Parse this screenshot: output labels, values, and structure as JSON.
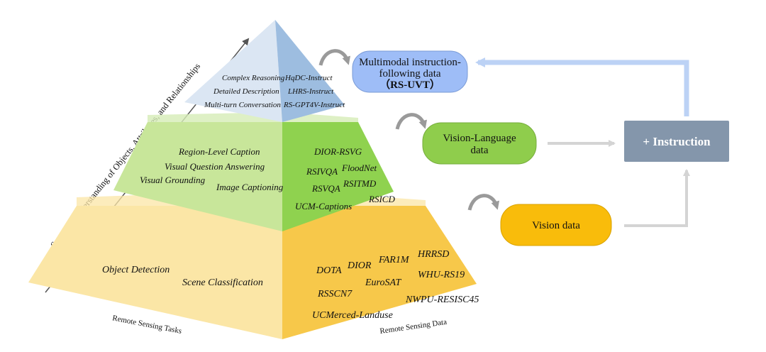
{
  "axis": {
    "label": "Semantic Understanding of Objects, Attributes, and Relationships"
  },
  "pyramid": {
    "top": {
      "tasks": [
        "Complex Reasoning",
        "Detailed Description",
        "Multi-turn Conversation"
      ],
      "data": [
        "HqDC-Instruct",
        "LHRS-Instruct",
        "RS-GPT4V-Instruct"
      ]
    },
    "middle": {
      "tasks": [
        "Region-Level Caption",
        "Visual Question Answering",
        "Visual Grounding",
        "Image Captioning"
      ],
      "data": [
        "DIOR-RSVG",
        "RSIVQA",
        "FloodNet",
        "RSVQA",
        "RSITMD",
        "UCM-Captions",
        "RSICD"
      ]
    },
    "bottom": {
      "tasks": [
        "Object Detection",
        "Scene Classification"
      ],
      "data": [
        "DOTA",
        "DIOR",
        "FAR1M",
        "HRRSD",
        "RSSCN7",
        "EuroSAT",
        "WHU-RS19",
        "UCMerced-Landuse",
        "NWPU-RESISC45"
      ]
    },
    "left_caption": "Remote Sensing Tasks",
    "right_caption": "Remote Sensing Data"
  },
  "boxes": {
    "multimodal": {
      "line1": "Multimodal  instruction-",
      "line2": "following data",
      "line3": "（RS-UVT）"
    },
    "vision_language": {
      "line1": "Vision-Language",
      "line2": "data"
    },
    "vision": {
      "label": "Vision data"
    },
    "instruction": {
      "label": "+ Instruction"
    }
  },
  "colors": {
    "top_left": "#dbe6f3",
    "top_right": "#9dbde0",
    "middle_left": "#c8e69a",
    "middle_right": "#8fd24f",
    "bottom_left": "#fbe6a6",
    "bottom_right": "#f7c84a",
    "multimodal_box": "#9ebdf7",
    "vision_language_box": "#8fcd4c",
    "vision_box": "#f9bc0b",
    "instruction_box": "#8496ab"
  }
}
